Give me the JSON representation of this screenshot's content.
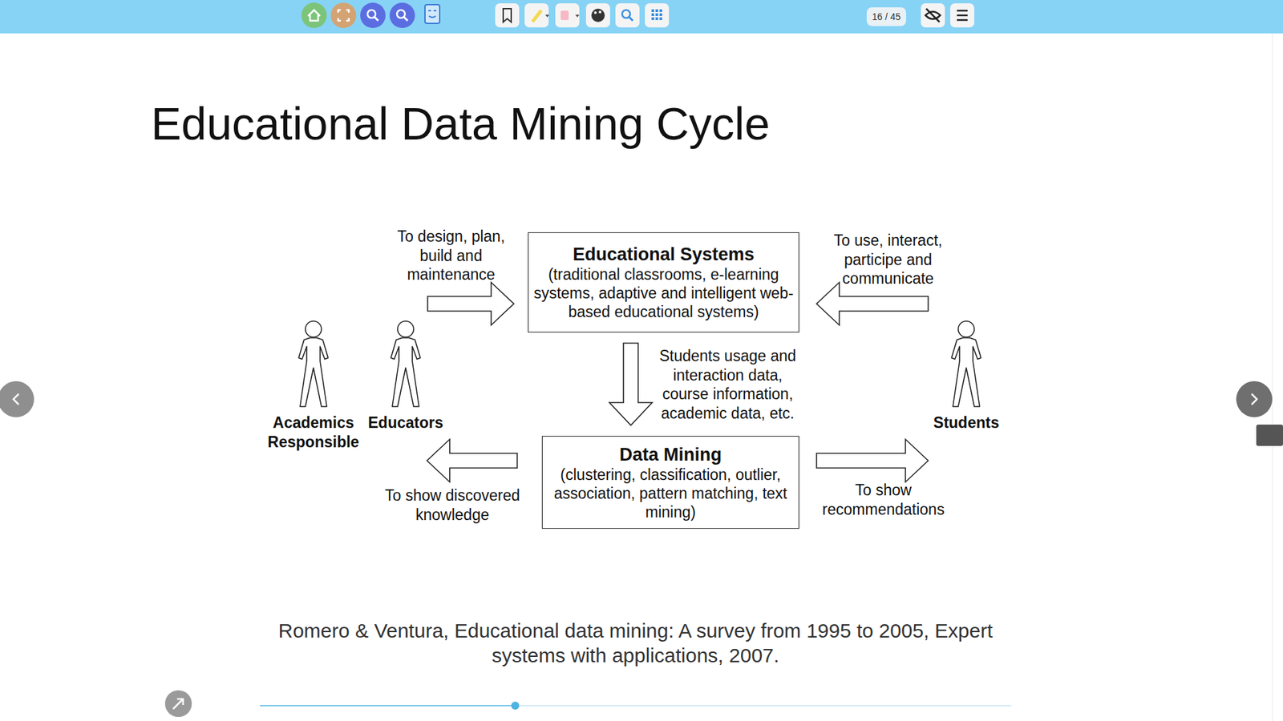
{
  "diagram": {
    "title": "Educational Data Mining Cycle",
    "caption": "Romero & Ventura, Educational data mining: A survey from 1995 to 2005, Expert systems with applications, 2007.",
    "nodes": [
      {
        "text": [
          "Educational Systems",
          "(traditional classrooms, e-learning systems, adaptive and intelligent web-based educational systems)"
        ]
      },
      {
        "text": [
          "Academics Responsible"
        ]
      },
      {
        "text": [
          "Educators"
        ]
      },
      {
        "text": [
          "Students"
        ]
      },
      {
        "text": [
          "Data Mining",
          "(clustering, classification, outlier, association, pattern matching, text mining)"
        ]
      }
    ],
    "edges": [
      {
        "from": 2,
        "to": 0,
        "arrow": "to",
        "label": "To design, plan, build and maintenance"
      },
      {
        "from": 3,
        "to": 0,
        "arrow": "to",
        "label": "To use, interact, participe and communicate"
      },
      {
        "from": 0,
        "to": 4,
        "arrow": "to",
        "label": "Students usage and interaction data, course information, academic data, etc."
      },
      {
        "from": 4,
        "to": 2,
        "arrow": "to",
        "label": "To show discovered knowledge"
      },
      {
        "from": 4,
        "to": 3,
        "arrow": "to",
        "label": "To show recommendations"
      }
    ],
    "labels": [
      "16 / 45"
    ]
  }
}
